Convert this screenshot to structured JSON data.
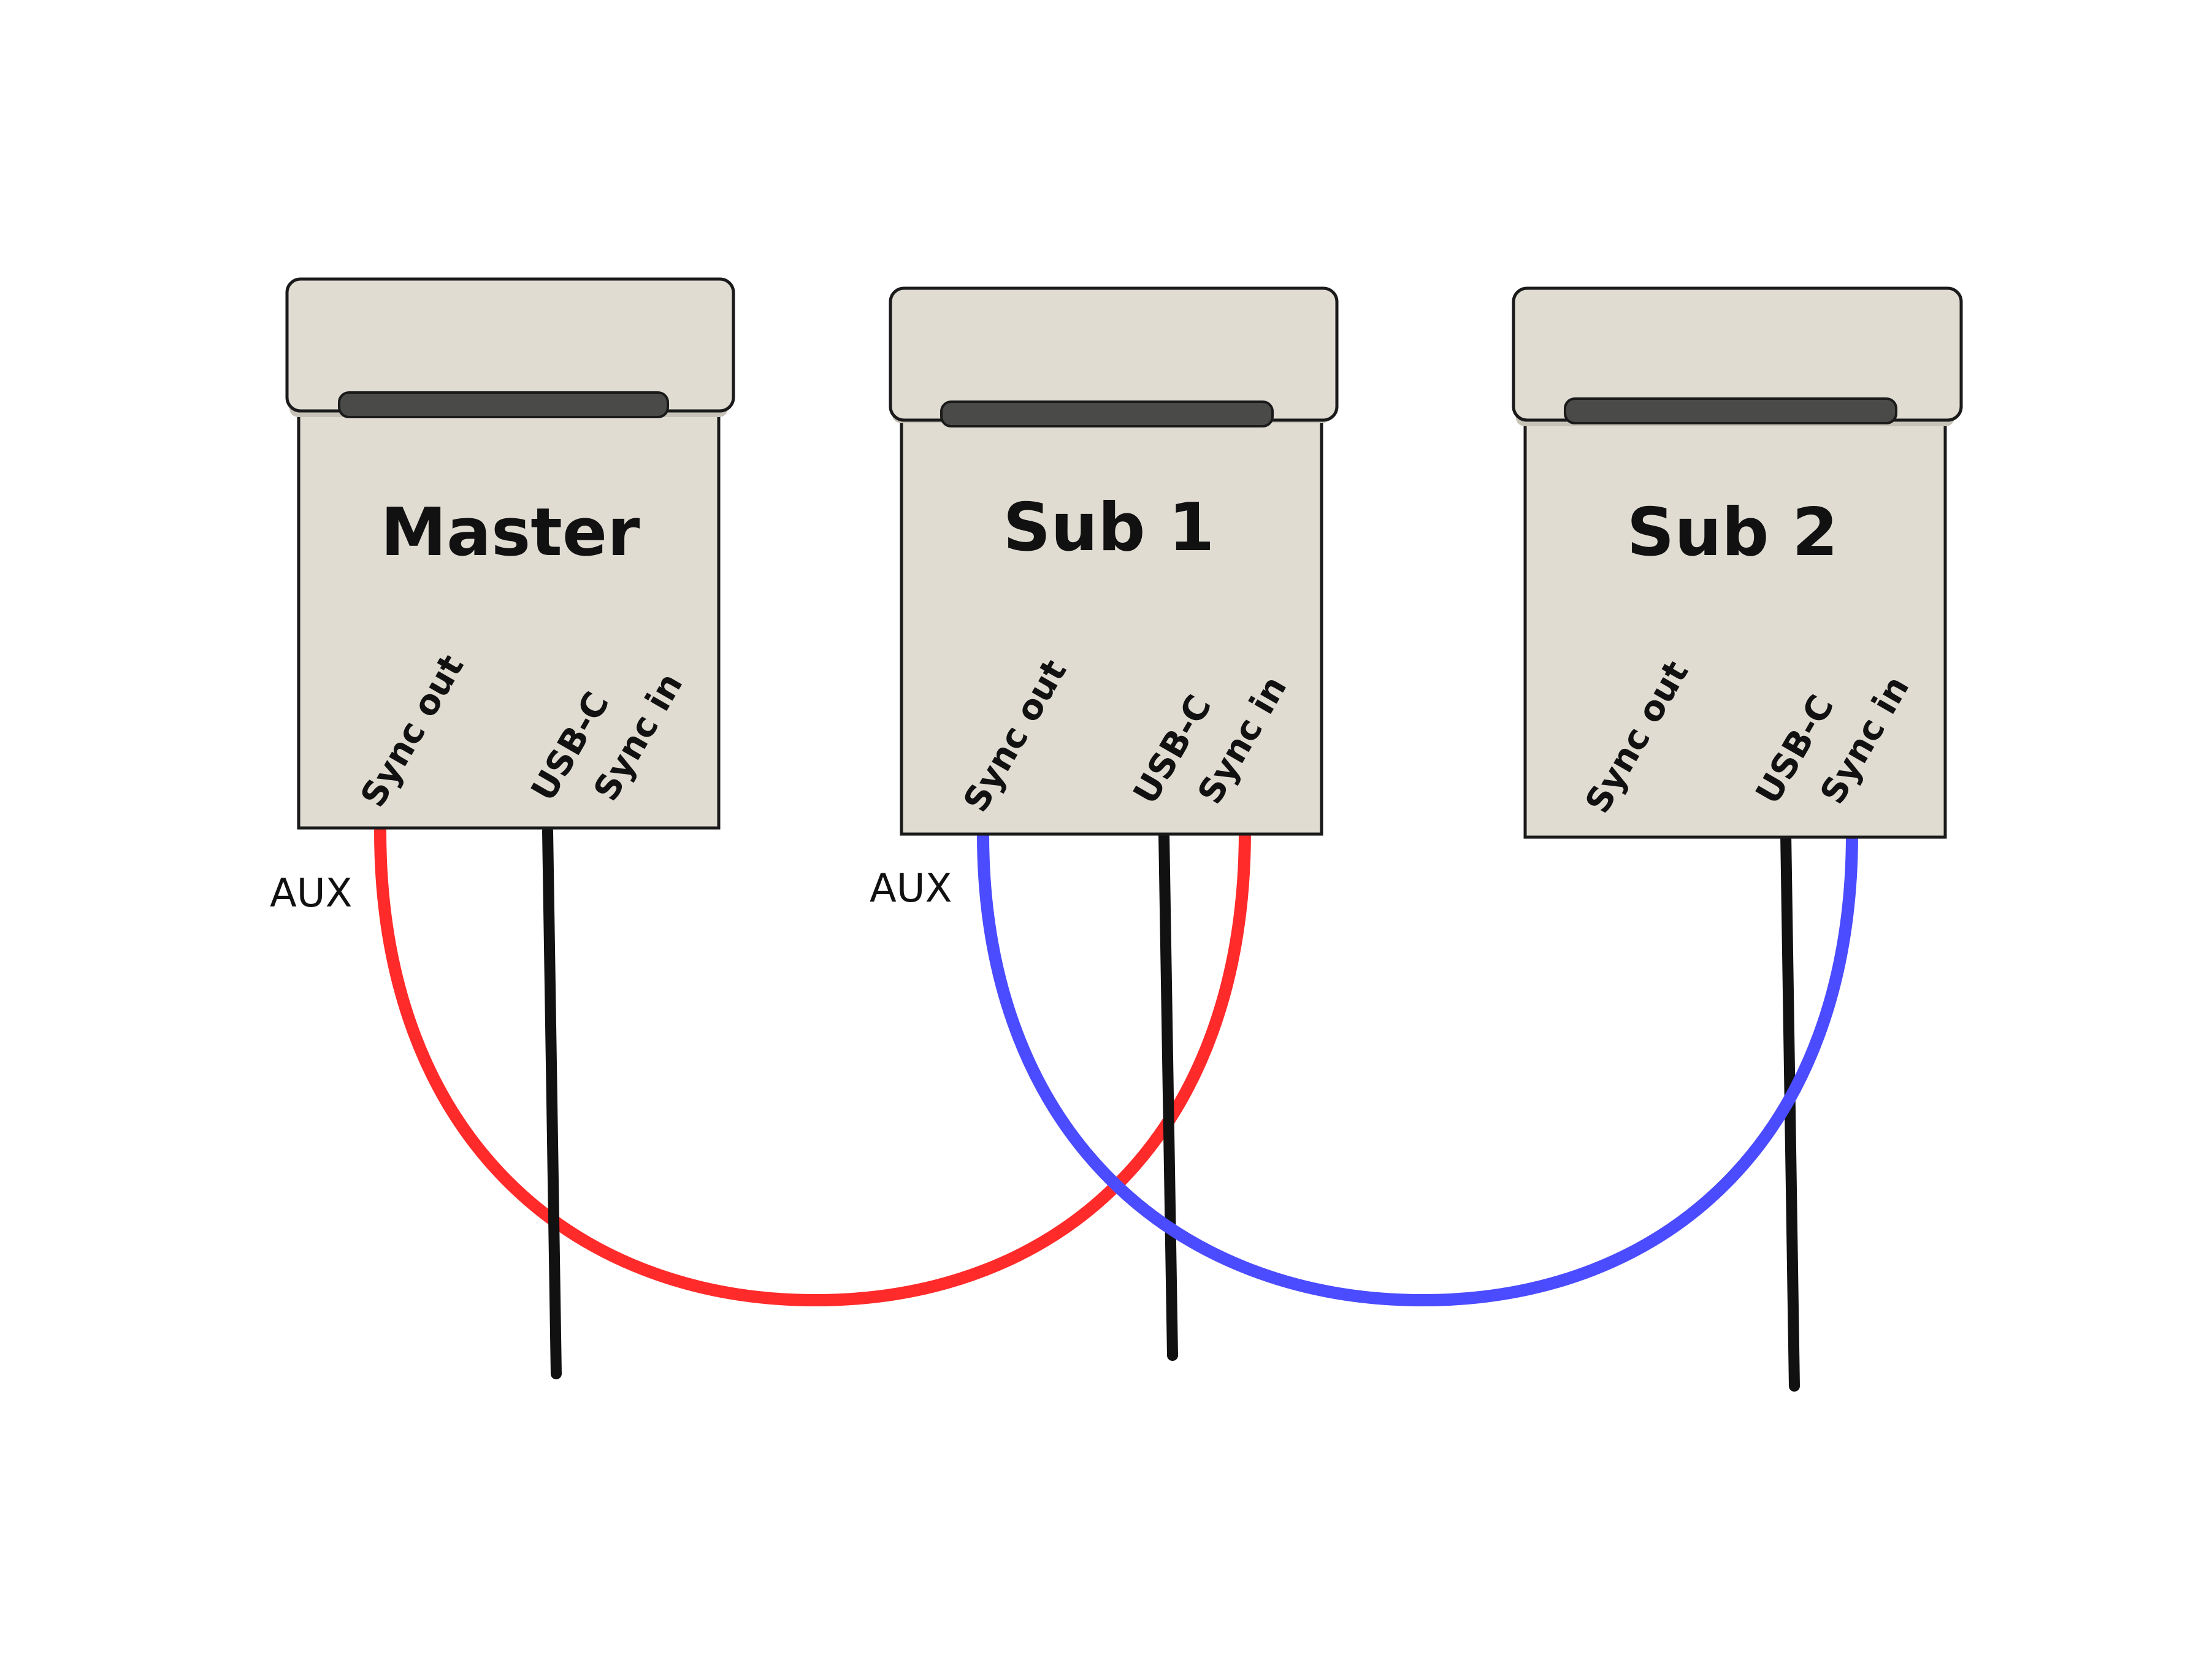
{
  "colors": {
    "device_body": "#e0dcd2",
    "slot": "#4a4a48",
    "cable_red": "#ff2a2a",
    "cable_blue": "#4b4bff",
    "cable_black": "#111111"
  },
  "devices": [
    {
      "name": "Master",
      "port_left": "Sync out",
      "port_right_1": "USB-C",
      "port_right_2": "Sync in"
    },
    {
      "name": "Sub 1",
      "port_left": "Sync out",
      "port_right_1": "USB-C",
      "port_right_2": "Sync in"
    },
    {
      "name": "Sub 2",
      "port_left": "Sync out",
      "port_right_1": "USB-C",
      "port_right_2": "Sync in"
    }
  ],
  "cables": {
    "aux_label_1": "AUX",
    "aux_label_2": "AUX"
  }
}
